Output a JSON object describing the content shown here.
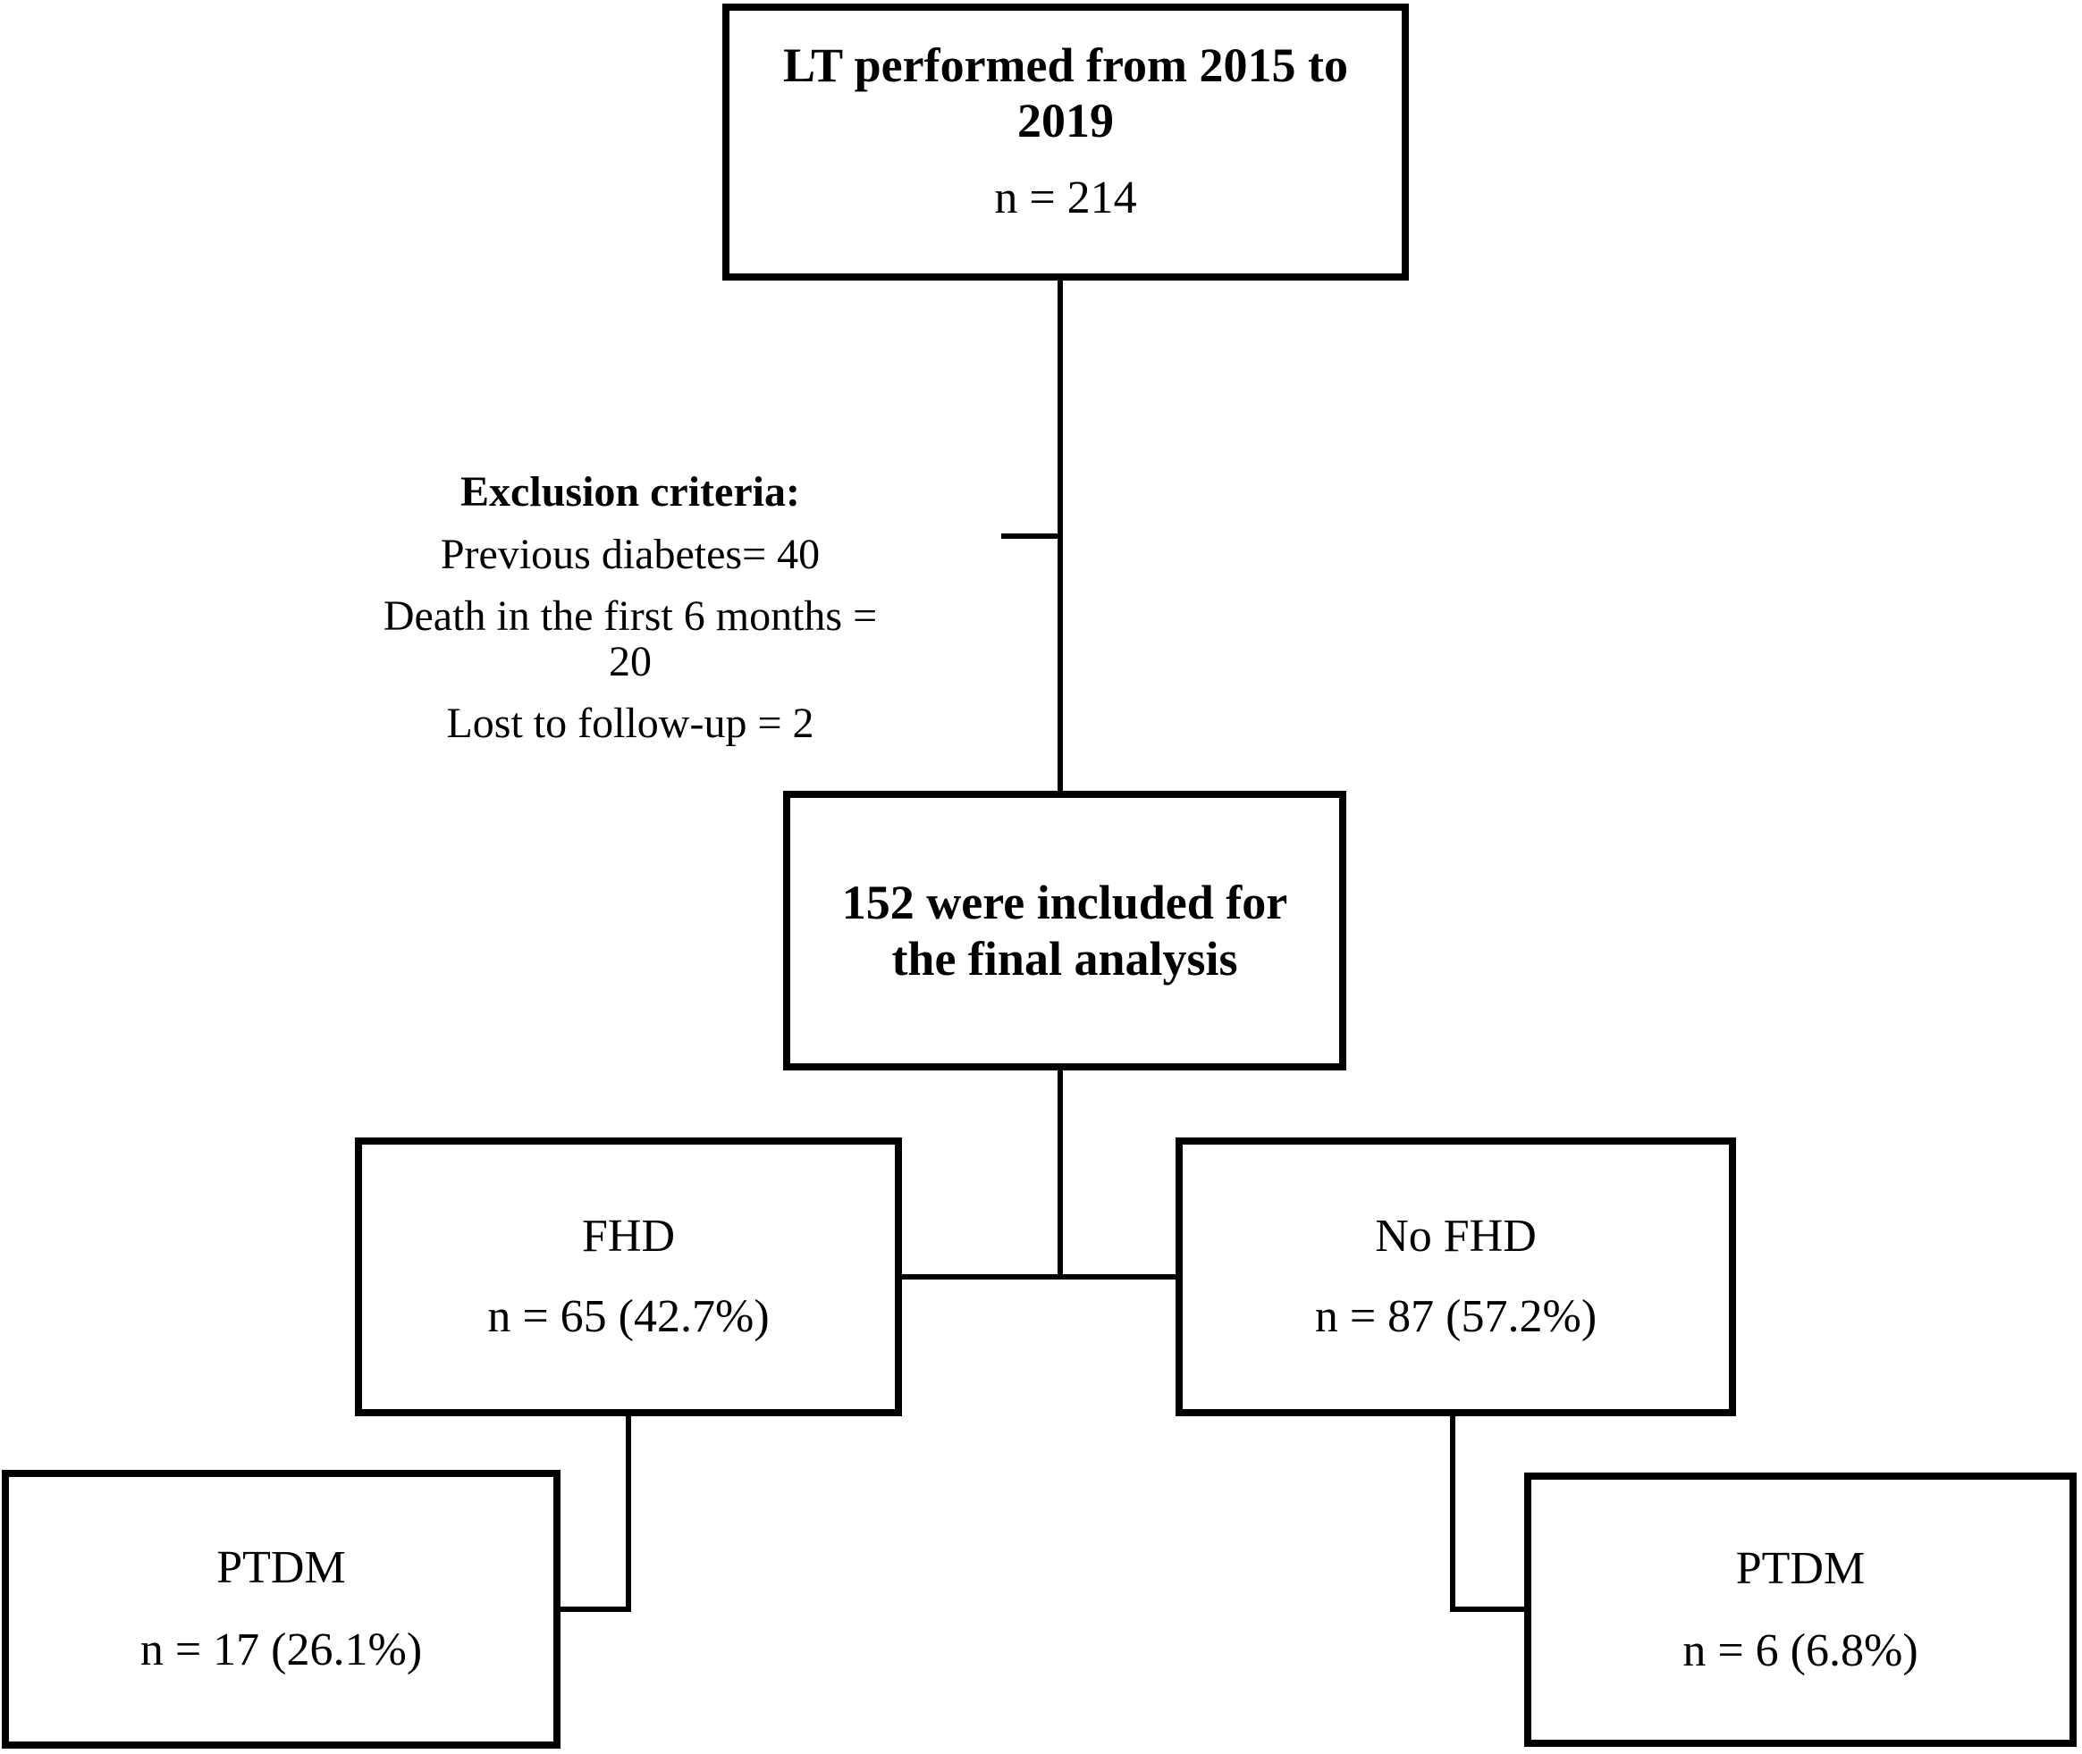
{
  "diagram": {
    "colors": {
      "line": "#000000",
      "text": "#000000",
      "background": "#ffffff"
    },
    "boxes": {
      "top": {
        "title": "LT performed from 2015 to 2019",
        "sub": "n = 214"
      },
      "included": {
        "title": "152 were included for the final analysis"
      },
      "fhd": {
        "title": "FHD",
        "sub": "n = 65 (42.7%)"
      },
      "no_fhd": {
        "title": "No FHD",
        "sub": "n = 87 (57.2%)"
      },
      "ptdm_fhd": {
        "title": "PTDM",
        "sub": "n = 17 (26.1%)"
      },
      "ptdm_no_fhd": {
        "title": "PTDM",
        "sub": "n = 6 (6.8%)"
      }
    },
    "exclusion": {
      "heading": "Exclusion criteria:",
      "items": [
        "Previous diabetes= 40",
        "Death in the first 6 months = 20",
        "Lost to follow-up = 2"
      ]
    }
  }
}
